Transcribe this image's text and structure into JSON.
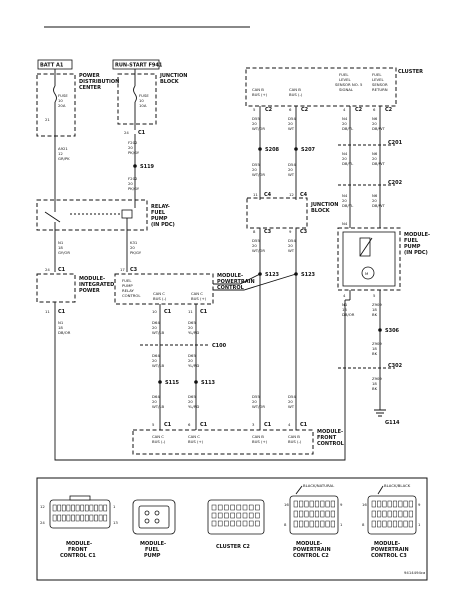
{
  "header_line": "",
  "modules": {
    "batt_a1": "BATT A1",
    "run_start": "RUN-START F941",
    "pdc": [
      "POWER",
      "DISTRIBUTION",
      "CENTER"
    ],
    "junction_block_top": [
      "JUNCTION",
      "BLOCK"
    ],
    "fuse_pdc": [
      "FUSE",
      "10",
      "20A"
    ],
    "fuse_jb": [
      "FUSE",
      "10",
      "10A"
    ],
    "relay": [
      "RELAY-",
      "FUEL",
      "PUMP",
      "(IN PDC)"
    ],
    "module_integrated_power": [
      "MODULE-",
      "INTEGRATED",
      "POWER"
    ],
    "module_pcm_c3": [
      "MODULE-",
      "POWERTRAIN",
      "CONTROL"
    ],
    "junction_block_mid": [
      "JUNCTION",
      "BLOCK"
    ],
    "cluster": "CLUSTER",
    "fuel_pump_module": [
      "MODULE-",
      "FUEL",
      "PUMP",
      "(IN PDC)"
    ],
    "module_front_control": [
      "MODULE-",
      "FRONT",
      "CONTROL"
    ]
  },
  "cluster_pins": [
    {
      "pin": "5",
      "conn": "C2",
      "label": [
        "CAN B",
        "BUS (+)"
      ]
    },
    {
      "pin": "6",
      "conn": "C2",
      "label": [
        "CAN B",
        "BUS (-)"
      ]
    },
    {
      "pin": "4",
      "conn": "C2",
      "label": [
        "FUEL",
        "LEVEL",
        "SENSOR NO. 5",
        "SIGNAL"
      ]
    },
    {
      "pin": "6",
      "conn": "C2",
      "label": [
        "FUEL",
        "LEVEL",
        "SENSOR",
        "RETURN"
      ]
    }
  ],
  "wires": {
    "a921": [
      "A921",
      "12",
      "GR/PK"
    ],
    "f202": [
      "F202",
      "20",
      "PK/GY"
    ],
    "f202b": [
      "F202",
      "20",
      "PK/GY"
    ],
    "s119": "S119",
    "n1_relay": [
      "N1",
      "18",
      "GY/OR"
    ],
    "k31": [
      "K31",
      "20",
      "PK/GY"
    ],
    "n1_mip": [
      "N1",
      "18",
      "DB/OR"
    ],
    "d55_top": [
      "D55",
      "20",
      "WT/OR"
    ],
    "d54_top": [
      "D54",
      "20",
      "WT"
    ],
    "s208": "S208",
    "s207": "S207",
    "d55_2": [
      "D55",
      "20",
      "WT/OR"
    ],
    "d54_2": [
      "D54",
      "20",
      "WT"
    ],
    "n4_top": [
      "N4",
      "20",
      "DB/YL"
    ],
    "n6_top": [
      "N6",
      "20",
      "DB/WT"
    ],
    "c201": "C201",
    "c202": "C202",
    "n4_2": [
      "N4",
      "20",
      "DB/YL"
    ],
    "n6_2": [
      "N6",
      "20",
      "DB/WT"
    ],
    "n4_3": [
      "N4",
      "20",
      "DB/YL"
    ],
    "n6_3": [
      "N6",
      "20",
      "DB/WT"
    ],
    "d55_3": [
      "D55",
      "20",
      "WT/OR"
    ],
    "d54_3": [
      "D54",
      "20",
      "WT"
    ],
    "s123a": "S123",
    "s123b": "S123",
    "can_c_pcm": [
      [
        "CAN C",
        "BUS (-)"
      ],
      [
        "CAN C",
        "BUS (+)"
      ]
    ],
    "fuel_pump_relay_ctrl": [
      "FUEL",
      "PUMP",
      "RELAY",
      "CONTROL"
    ],
    "d64_1": [
      "D64",
      "20",
      "WT/LB"
    ],
    "d65_1": [
      "D65",
      "20",
      "YL/RD"
    ],
    "c100": "C100",
    "d64_2": [
      "D64",
      "20",
      "WT/LB"
    ],
    "d65_2": [
      "D65",
      "20",
      "YL/RD"
    ],
    "s115": "S115",
    "s113": "S113",
    "d64_3": [
      "D64",
      "20",
      "WT/LB"
    ],
    "d65_3": [
      "D65",
      "20",
      "YL/RD"
    ],
    "d55_4": [
      "D55",
      "20",
      "WT/OR"
    ],
    "d54_4": [
      "D54",
      "20",
      "WT"
    ],
    "n1_pump": [
      "N1",
      "18",
      "DB/OR"
    ],
    "z909": [
      "Z909",
      "18",
      "BK"
    ],
    "s306": "S306",
    "z909b": [
      "Z909",
      "18",
      "BK"
    ],
    "c302": "C302",
    "z909c": [
      "Z909",
      "18",
      "BK"
    ],
    "g114": "G114"
  },
  "front_control_pins": [
    [
      "CAN C",
      "BUS (-)"
    ],
    [
      "CAN C",
      "BUS (+)"
    ],
    [
      "CAN B",
      "BUS (+)"
    ],
    [
      "CAN B",
      "BUS (-)"
    ]
  ],
  "connectors": [
    {
      "name": [
        "MODULE-",
        "FRONT",
        "CONTROL C1"
      ]
    },
    {
      "name": [
        "MODULE-",
        "FUEL",
        "PUMP"
      ]
    },
    {
      "name": [
        "CLUSTER C2"
      ]
    },
    {
      "name": [
        "MODULE-",
        "POWERTRAIN",
        "CONTROL C2"
      ],
      "tag": "BLACK/NATURAL"
    },
    {
      "name": [
        "MODULE-",
        "POWERTRAIN",
        "CONTROL C3"
      ],
      "tag": "BLACK/BLACK"
    }
  ],
  "connector_pin_numbers": {
    "fcm": [
      "12",
      "24",
      "1",
      "13"
    ],
    "pcm_c2": [
      "16",
      "8",
      "9",
      "1",
      "24",
      "17"
    ],
    "pcm_c3": [
      "16",
      "8",
      "9",
      "1",
      "24",
      "17"
    ]
  },
  "figure_code": "9414494ca"
}
